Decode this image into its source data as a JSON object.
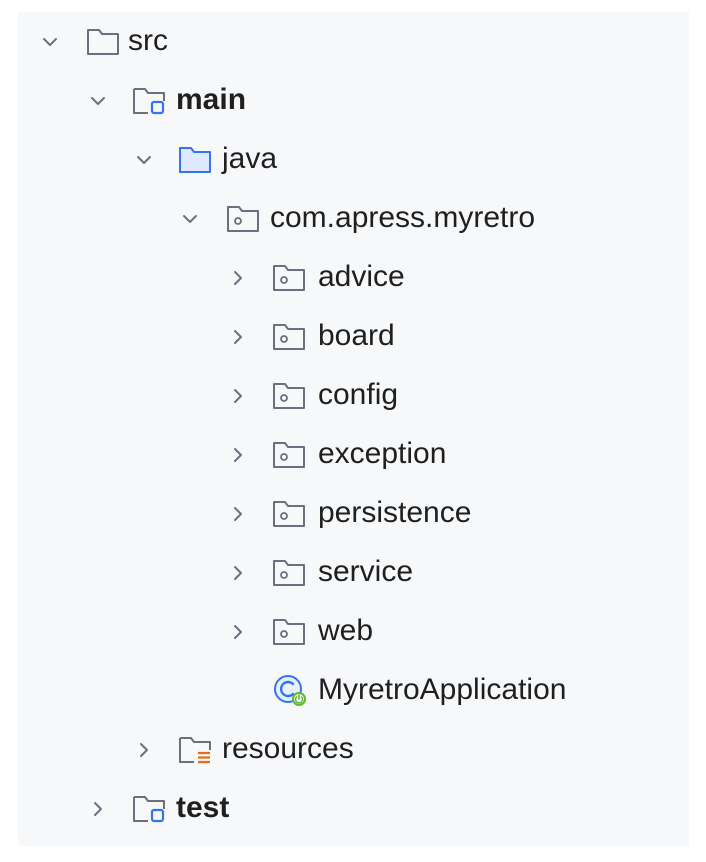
{
  "project_tree": {
    "items": [
      {
        "label": "src",
        "icon": "folder-icon",
        "expanded": true
      },
      {
        "label": "main",
        "icon": "source-root-folder-icon",
        "expanded": true
      },
      {
        "label": "java",
        "icon": "sources-folder-icon",
        "expanded": true
      },
      {
        "label": "com.apress.myretro",
        "icon": "package-icon",
        "expanded": true
      },
      {
        "label": "advice",
        "icon": "package-icon",
        "expanded": false
      },
      {
        "label": "board",
        "icon": "package-icon",
        "expanded": false
      },
      {
        "label": "config",
        "icon": "package-icon",
        "expanded": false
      },
      {
        "label": "exception",
        "icon": "package-icon",
        "expanded": false
      },
      {
        "label": "persistence",
        "icon": "package-icon",
        "expanded": false
      },
      {
        "label": "service",
        "icon": "package-icon",
        "expanded": false
      },
      {
        "label": "web",
        "icon": "package-icon",
        "expanded": false
      },
      {
        "label": "MyretroApplication",
        "icon": "spring-boot-class-icon"
      },
      {
        "label": "resources",
        "icon": "resources-folder-icon",
        "expanded": false
      },
      {
        "label": "test",
        "icon": "source-root-folder-icon",
        "expanded": false
      }
    ]
  },
  "colors": {
    "panel_background": "#f7f8fa",
    "text": "#1f1f1f",
    "icon_stroke": "#6c707e",
    "sources_folder_blue": "#3574f0",
    "resources_orange": "#e66d17",
    "spring_green": "#5fb832"
  }
}
